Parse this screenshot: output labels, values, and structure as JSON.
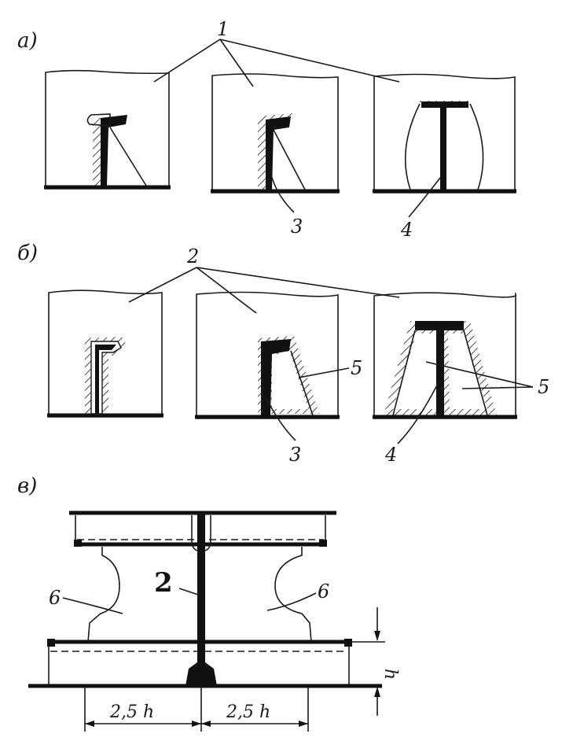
{
  "figure": {
    "section_a": "а)",
    "section_b": "б)",
    "section_v": "в)",
    "callout_1": "1",
    "callout_2": "2",
    "callout_3_a": "3",
    "callout_4_a": "4",
    "callout_3_b": "3",
    "callout_4_b": "4",
    "callout_5_b2": "5",
    "callout_5_b3": "5",
    "web_label": "2",
    "callout_6_left": "6",
    "callout_6_right": "6",
    "dim_left": "2,5 h",
    "dim_right": "2,5 h",
    "dim_h": "h"
  }
}
